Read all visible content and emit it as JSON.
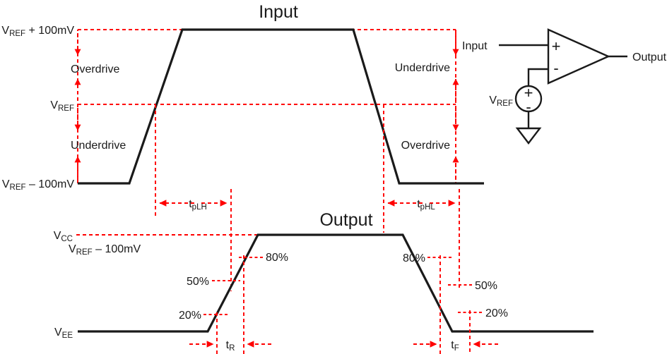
{
  "figure": {
    "title_input": "Input",
    "title_output": "Output"
  },
  "input_plot": {
    "level_labels": {
      "high": "V",
      "high_sub": "REF",
      "high_rest": " + 100mV",
      "mid": "V",
      "mid_sub": "REF",
      "low": "V",
      "low_sub": "REF",
      "low_rest": " – 100mV"
    },
    "annotations": {
      "overdrive_left": "Overdrive",
      "underdrive_left": "Underdrive",
      "underdrive_right": "Underdrive",
      "overdrive_right": "Overdrive"
    },
    "timings": {
      "tplh": "t",
      "tplh_sub": "pLH",
      "tphl": "t",
      "tphl_sub": "pHL"
    }
  },
  "output_plot": {
    "level_labels": {
      "vcc": "V",
      "vcc_sub": "CC",
      "vcc_note": "V",
      "vcc_note_sub": "REF",
      "vcc_note_rest": " – 100mV",
      "vee": "V",
      "vee_sub": "EE"
    },
    "thresholds": {
      "rise_80": "80%",
      "rise_50": "50%",
      "rise_20": "20%",
      "fall_80": "80%",
      "fall_50": "50%",
      "fall_20": "20%"
    },
    "timings": {
      "tr": "t",
      "tr_sub": "R",
      "tf": "t",
      "tf_sub": "F"
    }
  },
  "circuit": {
    "input_label": "Input",
    "output_label": "Output",
    "vref_label": "V",
    "vref_sub": "REF",
    "opamp_plus": "+",
    "opamp_minus": "-",
    "source_plus": "+",
    "source_minus": "-"
  },
  "colors": {
    "wave": "#1a1a1a",
    "annotation": "#ff0000",
    "background": "#ffffff"
  },
  "chart_data": {
    "type": "line",
    "title": "Comparator Input/Output Timing Definitions",
    "xlabel": "",
    "ylabel": "",
    "series": [
      {
        "name": "Input",
        "points": [
          {
            "x": 110,
            "y": 260
          },
          {
            "x": 183,
            "y": 260
          },
          {
            "x": 258,
            "y": 42
          },
          {
            "x": 500,
            "y": 42
          },
          {
            "x": 565,
            "y": 260
          },
          {
            "x": 685,
            "y": 260
          }
        ],
        "levels": {
          "VREF_plus_100mV": 42,
          "VREF": 148,
          "VREF_minus_100mV": 260
        }
      },
      {
        "name": "Output",
        "points": [
          {
            "x": 110,
            "y": 470
          },
          {
            "x": 294,
            "y": 470
          },
          {
            "x": 365,
            "y": 333
          },
          {
            "x": 570,
            "y": 333
          },
          {
            "x": 640,
            "y": 470
          },
          {
            "x": 840,
            "y": 470
          }
        ],
        "levels": {
          "VCC": 333,
          "VEE": 470
        }
      }
    ],
    "markers": {
      "input_vref_rise_x": 220,
      "input_vref_fall_x": 543,
      "output_50_rise_x": 327,
      "output_50_fall_x": 650,
      "output_20_rise_x": 307,
      "output_80_rise_x": 345,
      "output_80_fall_x": 623,
      "output_20_fall_x": 665
    },
    "measurements": [
      {
        "name": "tpLH",
        "from_x": 220,
        "to_x": 327,
        "y": 288
      },
      {
        "name": "tpHL",
        "from_x": 543,
        "to_x": 650,
        "y": 288
      },
      {
        "name": "tR",
        "from_x": 307,
        "to_x": 345,
        "y": 488
      },
      {
        "name": "tF",
        "from_x": 623,
        "to_x": 665,
        "y": 488
      }
    ]
  }
}
